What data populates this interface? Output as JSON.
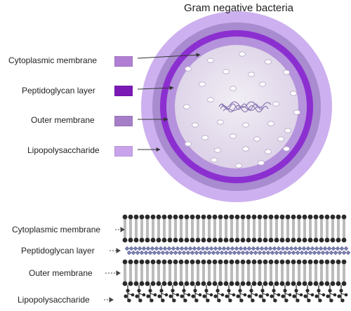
{
  "title": "Gram negative bacteria",
  "legend": [
    {
      "label": "Cytoplasmic membrane",
      "color": "#b07fd3"
    },
    {
      "label": "Peptidoglycan layer",
      "color": "#7b19b5"
    },
    {
      "label": "Outer membrane",
      "color": "#a57ec7"
    },
    {
      "label": "Lipopolysaccharide",
      "color": "#c8a2ea"
    }
  ],
  "cell_colors": {
    "lipopolysaccharide": "#cdb0ef",
    "outer_membrane": "#a98bd0",
    "peptidoglycan": "#8c2fd0",
    "cytoplasmic_membrane": "#b592dc",
    "cytoplasm": "#ebe6ef"
  },
  "membrane_legend": [
    {
      "label": "Cytoplasmic membrane"
    },
    {
      "label": "Peptidoglycan layer"
    },
    {
      "label": "Outer membrane"
    },
    {
      "label": "Lipopolysaccharide"
    }
  ]
}
